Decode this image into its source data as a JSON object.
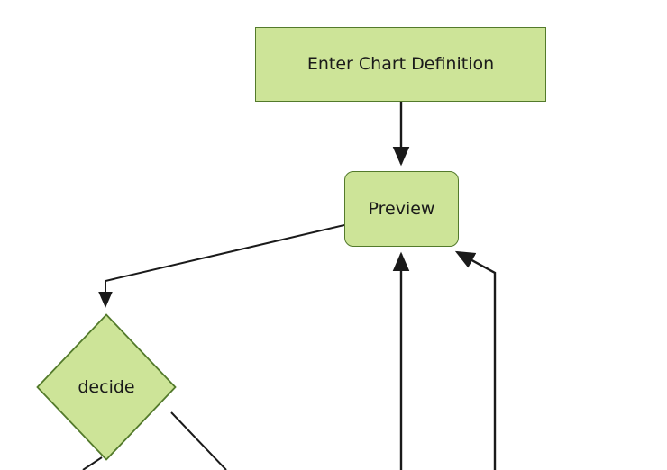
{
  "diagram": {
    "type": "flowchart",
    "background_color": "#ffffff",
    "node_fill_color": "#cde498",
    "node_border_color": "#537a2b",
    "edge_color": "#1a1a1a",
    "text_color": "#1a1a1a",
    "nodes": [
      {
        "id": "enter-chart-definition",
        "label": "Enter Chart Definition",
        "shape": "rectangle"
      },
      {
        "id": "preview",
        "label": "Preview",
        "shape": "rounded-rectangle"
      },
      {
        "id": "decide",
        "label": "decide",
        "shape": "diamond"
      }
    ],
    "edges": [
      {
        "id": "enter-to-preview",
        "from": "enter-chart-definition",
        "to": "preview",
        "label": ""
      },
      {
        "id": "preview-to-decide",
        "from": "preview",
        "to": "decide",
        "label": ""
      },
      {
        "id": "bottom-center-to-preview",
        "from": "offscreen",
        "to": "preview",
        "label": ""
      },
      {
        "id": "bottom-right-to-preview",
        "from": "offscreen",
        "to": "preview",
        "label": ""
      },
      {
        "id": "decide-to-bottom-left",
        "from": "decide",
        "to": "offscreen",
        "label": ""
      },
      {
        "id": "decide-to-bottom-right",
        "from": "decide",
        "to": "offscreen",
        "label": ""
      }
    ]
  }
}
